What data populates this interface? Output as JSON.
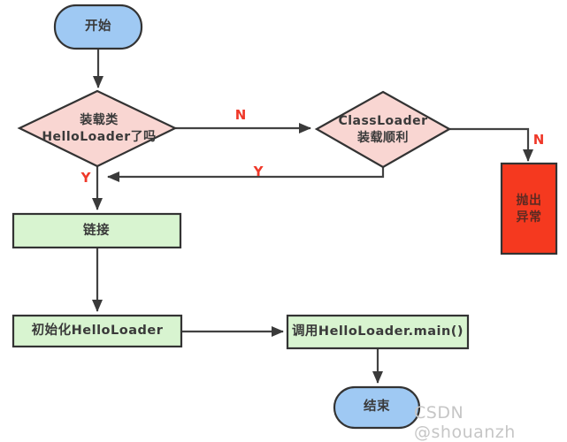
{
  "diagram": {
    "nodes": {
      "start": {
        "label": "开始",
        "fill": "#9fc9f3"
      },
      "check_class_loaded": {
        "label": "装载类\nHelloLoader了吗",
        "fill": "#f9d6d2"
      },
      "classloader_ok": {
        "label": "ClassLoader\n装载顺利",
        "fill": "#f9d6d2"
      },
      "throw_exception": {
        "label": "抛出\n异常",
        "fill": "#f5391f"
      },
      "link": {
        "label": "链接",
        "fill": "#d8f4d0"
      },
      "init_helloloader": {
        "label": "初始化HelloLoader",
        "fill": "#d8f4d0"
      },
      "invoke_main": {
        "label": "调用HelloLoader.main()",
        "fill": "#d8f4d0"
      },
      "end": {
        "label": "结束",
        "fill": "#9fc9f3"
      }
    },
    "edge_labels": {
      "n_to_classloader": "N",
      "n_to_exception": "N",
      "y_from_check": "Y",
      "y_from_classloader": "Y"
    },
    "colors": {
      "edge": "#424242",
      "label_red": "#ef3829",
      "node_text": "#3a3a3a",
      "blue_node": "#9fc9f3",
      "pink_node": "#f9d6d2",
      "green_node": "#d8f4d0",
      "red_node": "#f5391f",
      "watermark": "#c6c6c6"
    },
    "watermark": "CSDN @shouanzh"
  }
}
